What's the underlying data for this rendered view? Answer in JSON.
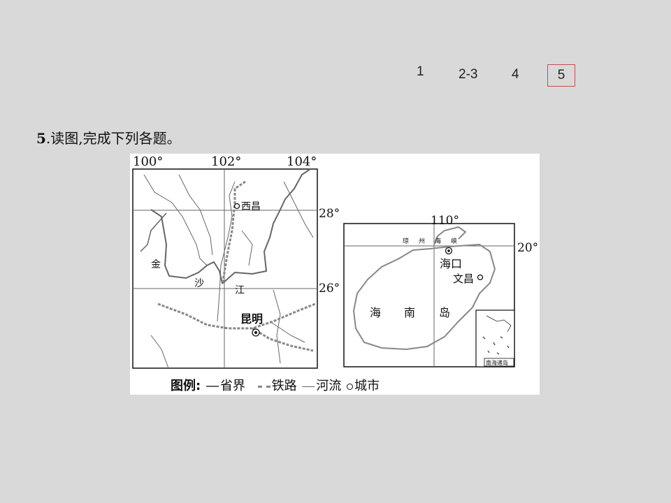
{
  "nav": {
    "items": [
      "1",
      "2-3",
      "4",
      "5"
    ],
    "active_index": 3
  },
  "question": {
    "number": "5",
    "text": ".读图,完成下列各题。"
  },
  "map_left": {
    "lon_labels": [
      "100°",
      "102°",
      "104°"
    ],
    "lat_labels": [
      "28°",
      "26°"
    ],
    "cities": [
      "西昌",
      "昆明"
    ],
    "river_chars": [
      "金",
      "沙",
      "江"
    ]
  },
  "map_right": {
    "lon_label": "110°",
    "lat_label": "20°",
    "strait": "琼州海峡",
    "cities": [
      "海口",
      "文昌"
    ],
    "island": [
      "海",
      "南",
      "岛"
    ],
    "inset_label": "南海诸岛"
  },
  "legend": {
    "title": "图例:",
    "items": [
      "省界",
      "铁路",
      "河流",
      "城市"
    ]
  },
  "colors": {
    "border": "#c0504d",
    "map_line": "#555555",
    "province": "#666666"
  }
}
